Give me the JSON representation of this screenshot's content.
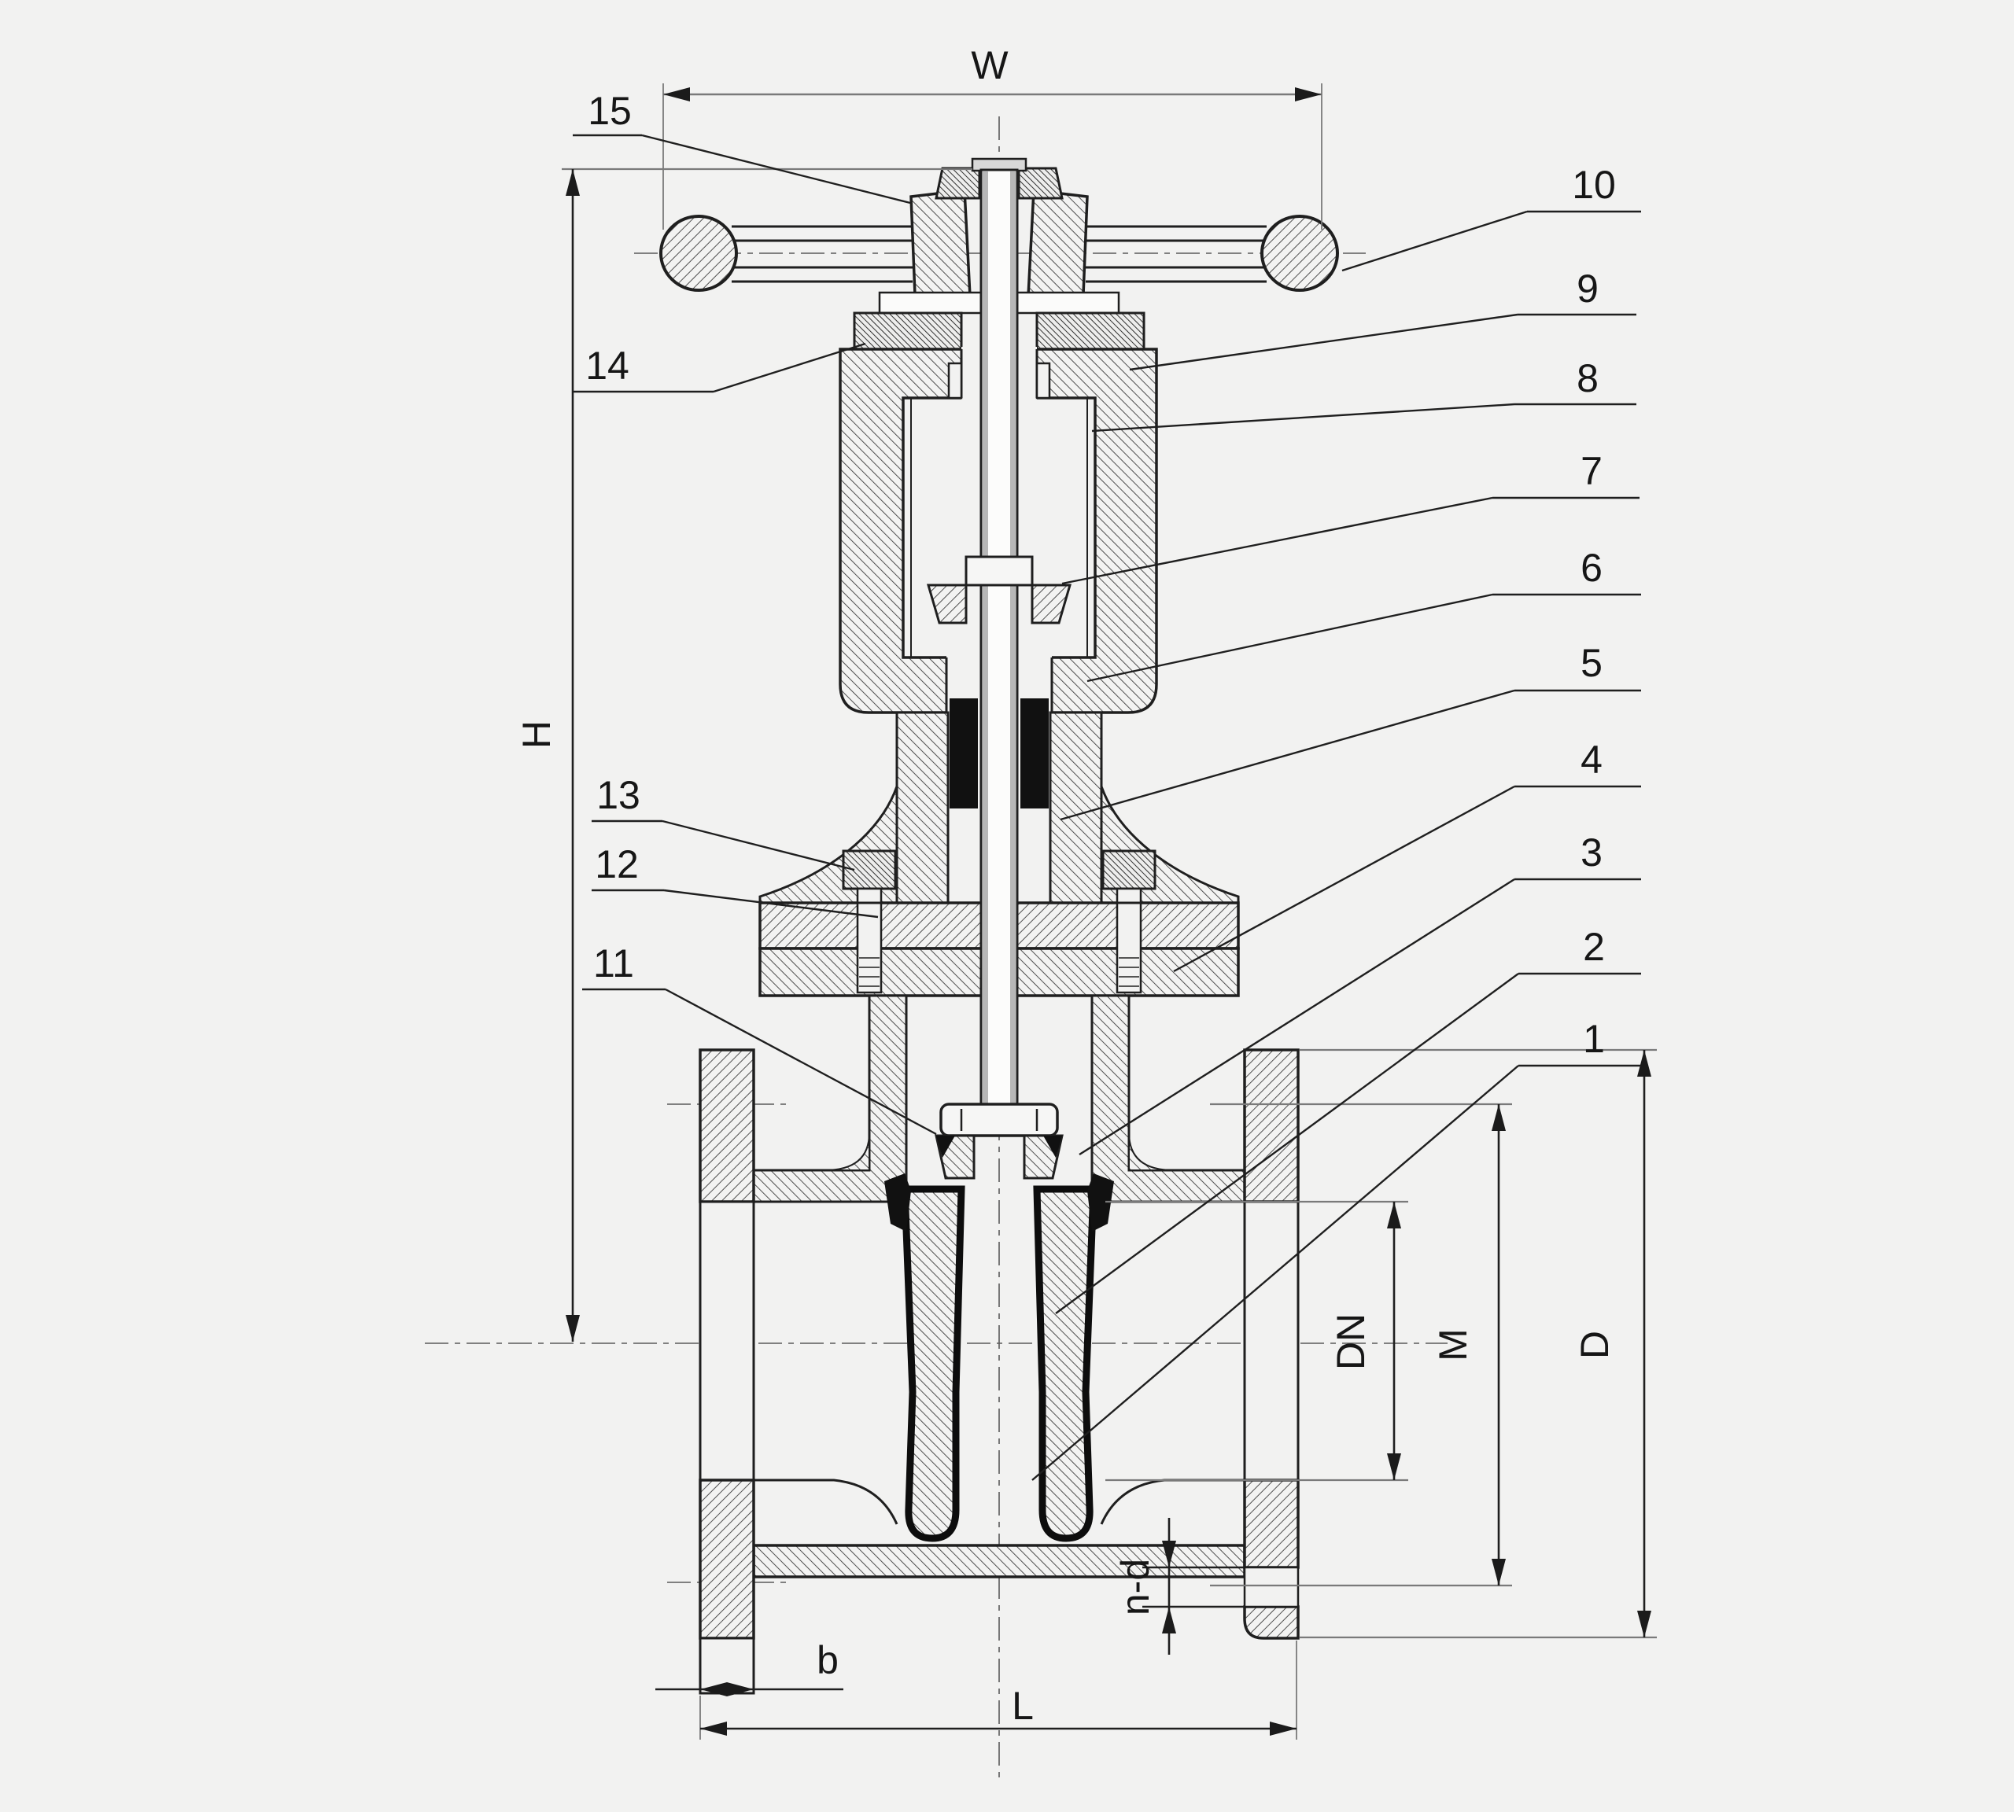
{
  "colors": {
    "background": "#f2f2f1",
    "ink": "#1f1f1f",
    "dimension_line": "#7a7a7a",
    "hatch": "#3c3c3c",
    "seal_black": "#111111"
  },
  "dimension_labels": {
    "width": "W",
    "height": "H",
    "nominal_bore": "DN",
    "bolt_circle": "M",
    "flange_diameter": "D",
    "face_to_face": "L",
    "flange_thickness": "b",
    "bolt_holes": "n-d"
  },
  "callouts": {
    "right": [
      "10",
      "9",
      "8",
      "7",
      "6",
      "5",
      "4",
      "3",
      "2",
      "1"
    ],
    "left": [
      "15",
      "14",
      "13",
      "12",
      "11"
    ]
  }
}
